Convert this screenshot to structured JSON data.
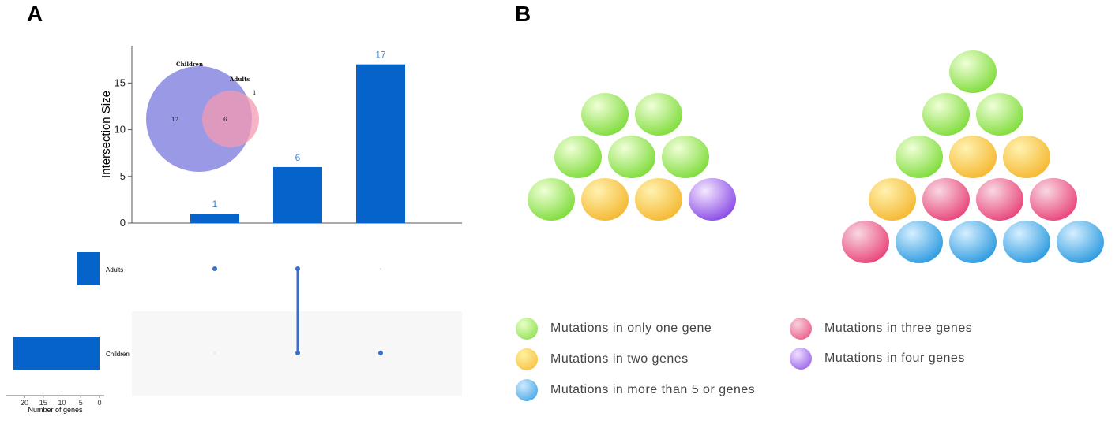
{
  "panels": {
    "a": "A",
    "b": "B"
  },
  "chart_data": [
    {
      "type": "bar",
      "categories": [
        "Adults only",
        "Adults & Children",
        "Children only"
      ],
      "values": [
        1,
        6,
        17
      ],
      "data_labels": [
        "1",
        "6",
        "17"
      ],
      "ylabel": "Intersection Size",
      "ylim": [
        0,
        19
      ],
      "yticks": [
        "0",
        "5",
        "10",
        "15"
      ],
      "ytick_values": [
        0,
        5,
        10,
        15
      ],
      "bar_color": "#0563C9",
      "label_color": "#3d8ad6",
      "sets": [
        "Adults",
        "Children"
      ],
      "set_sizes": [
        6,
        23
      ],
      "set_size_axis_label": "Number of genes",
      "set_size_ticks": [
        "20",
        "15",
        "10",
        "5",
        "0"
      ],
      "set_size_tick_values": [
        20,
        15,
        10,
        5,
        0
      ],
      "set_size_max": 24,
      "matrix": [
        [
          true,
          false
        ],
        [
          true,
          true
        ],
        [
          false,
          true
        ]
      ]
    },
    {
      "type": "venn",
      "sets": [
        "Children",
        "Adults"
      ],
      "only_children": "17",
      "overlap": "6",
      "only_adults": "1",
      "colors": [
        "#8080e0",
        "#f49ab0"
      ]
    }
  ],
  "pyramids": {
    "left_rows": [
      [
        "green",
        "green"
      ],
      [
        "green",
        "green",
        "green"
      ],
      [
        "green",
        "orange",
        "orange",
        "purple"
      ]
    ],
    "right_rows": [
      [
        "green"
      ],
      [
        "green",
        "green"
      ],
      [
        "green",
        "orange",
        "orange"
      ],
      [
        "orange",
        "pink",
        "pink",
        "pink"
      ],
      [
        "pink",
        "blue",
        "blue",
        "blue",
        "blue"
      ]
    ]
  },
  "legend": [
    {
      "label": "Mutations in only one gene",
      "color": "green"
    },
    {
      "label": "Mutations in three genes",
      "color": "pink"
    },
    {
      "label": "Mutations in two genes",
      "color": "orange"
    },
    {
      "label": "Mutations in four genes",
      "color": "purple"
    },
    {
      "label": "Mutations in more than 5 or genes",
      "color": "blue"
    }
  ]
}
